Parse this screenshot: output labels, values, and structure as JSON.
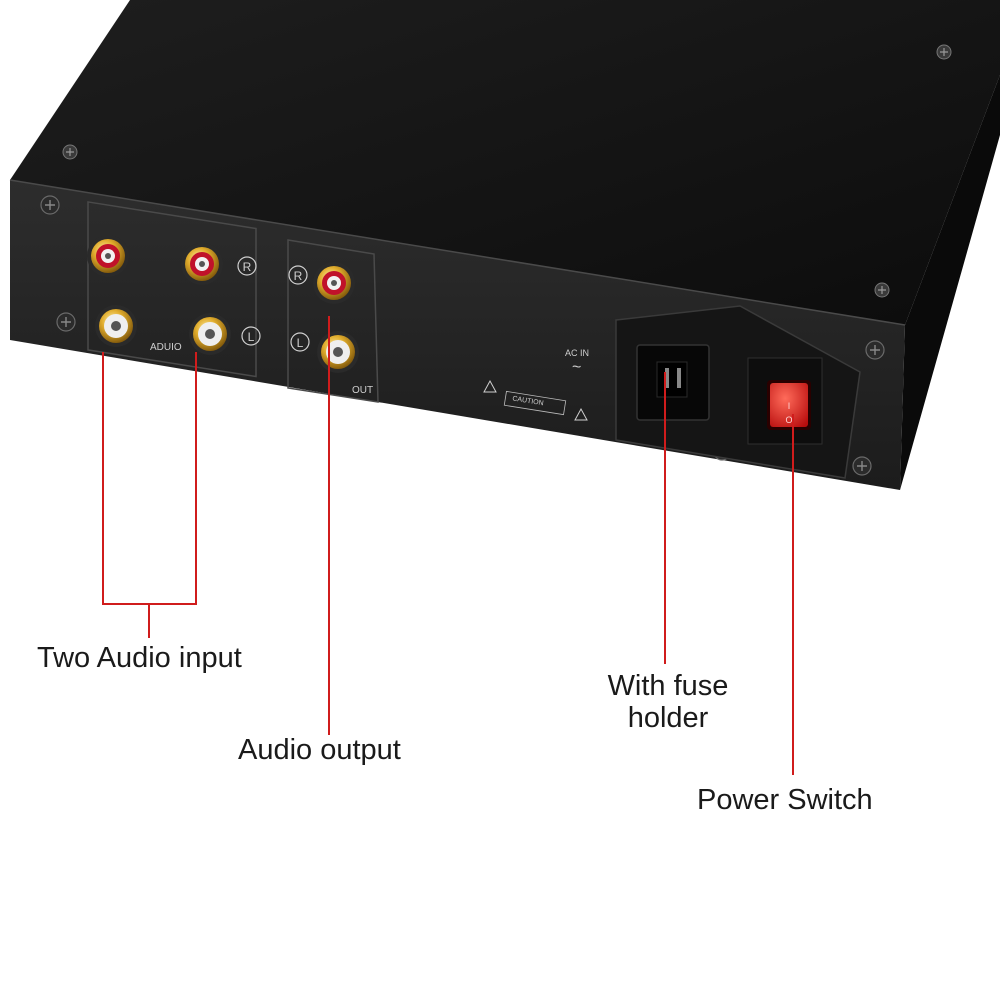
{
  "panel": {
    "audio_in_label": "ADUIO",
    "out_label": "OUT",
    "r": "R",
    "l": "L",
    "ac_in": "AC IN",
    "ac_symbol": "~",
    "caution": "CAUTION"
  },
  "callouts": {
    "audio_input": "Two Audio input",
    "audio_output": "Audio output",
    "fuse_line1": "With fuse",
    "fuse_line2": "holder",
    "power_switch": "Power Switch"
  },
  "colors": {
    "leader_line": "#d01c1c",
    "chassis_dark": "#141414",
    "panel": "#262626",
    "rca_gold": "#d9a520",
    "switch_red": "#e02020"
  }
}
